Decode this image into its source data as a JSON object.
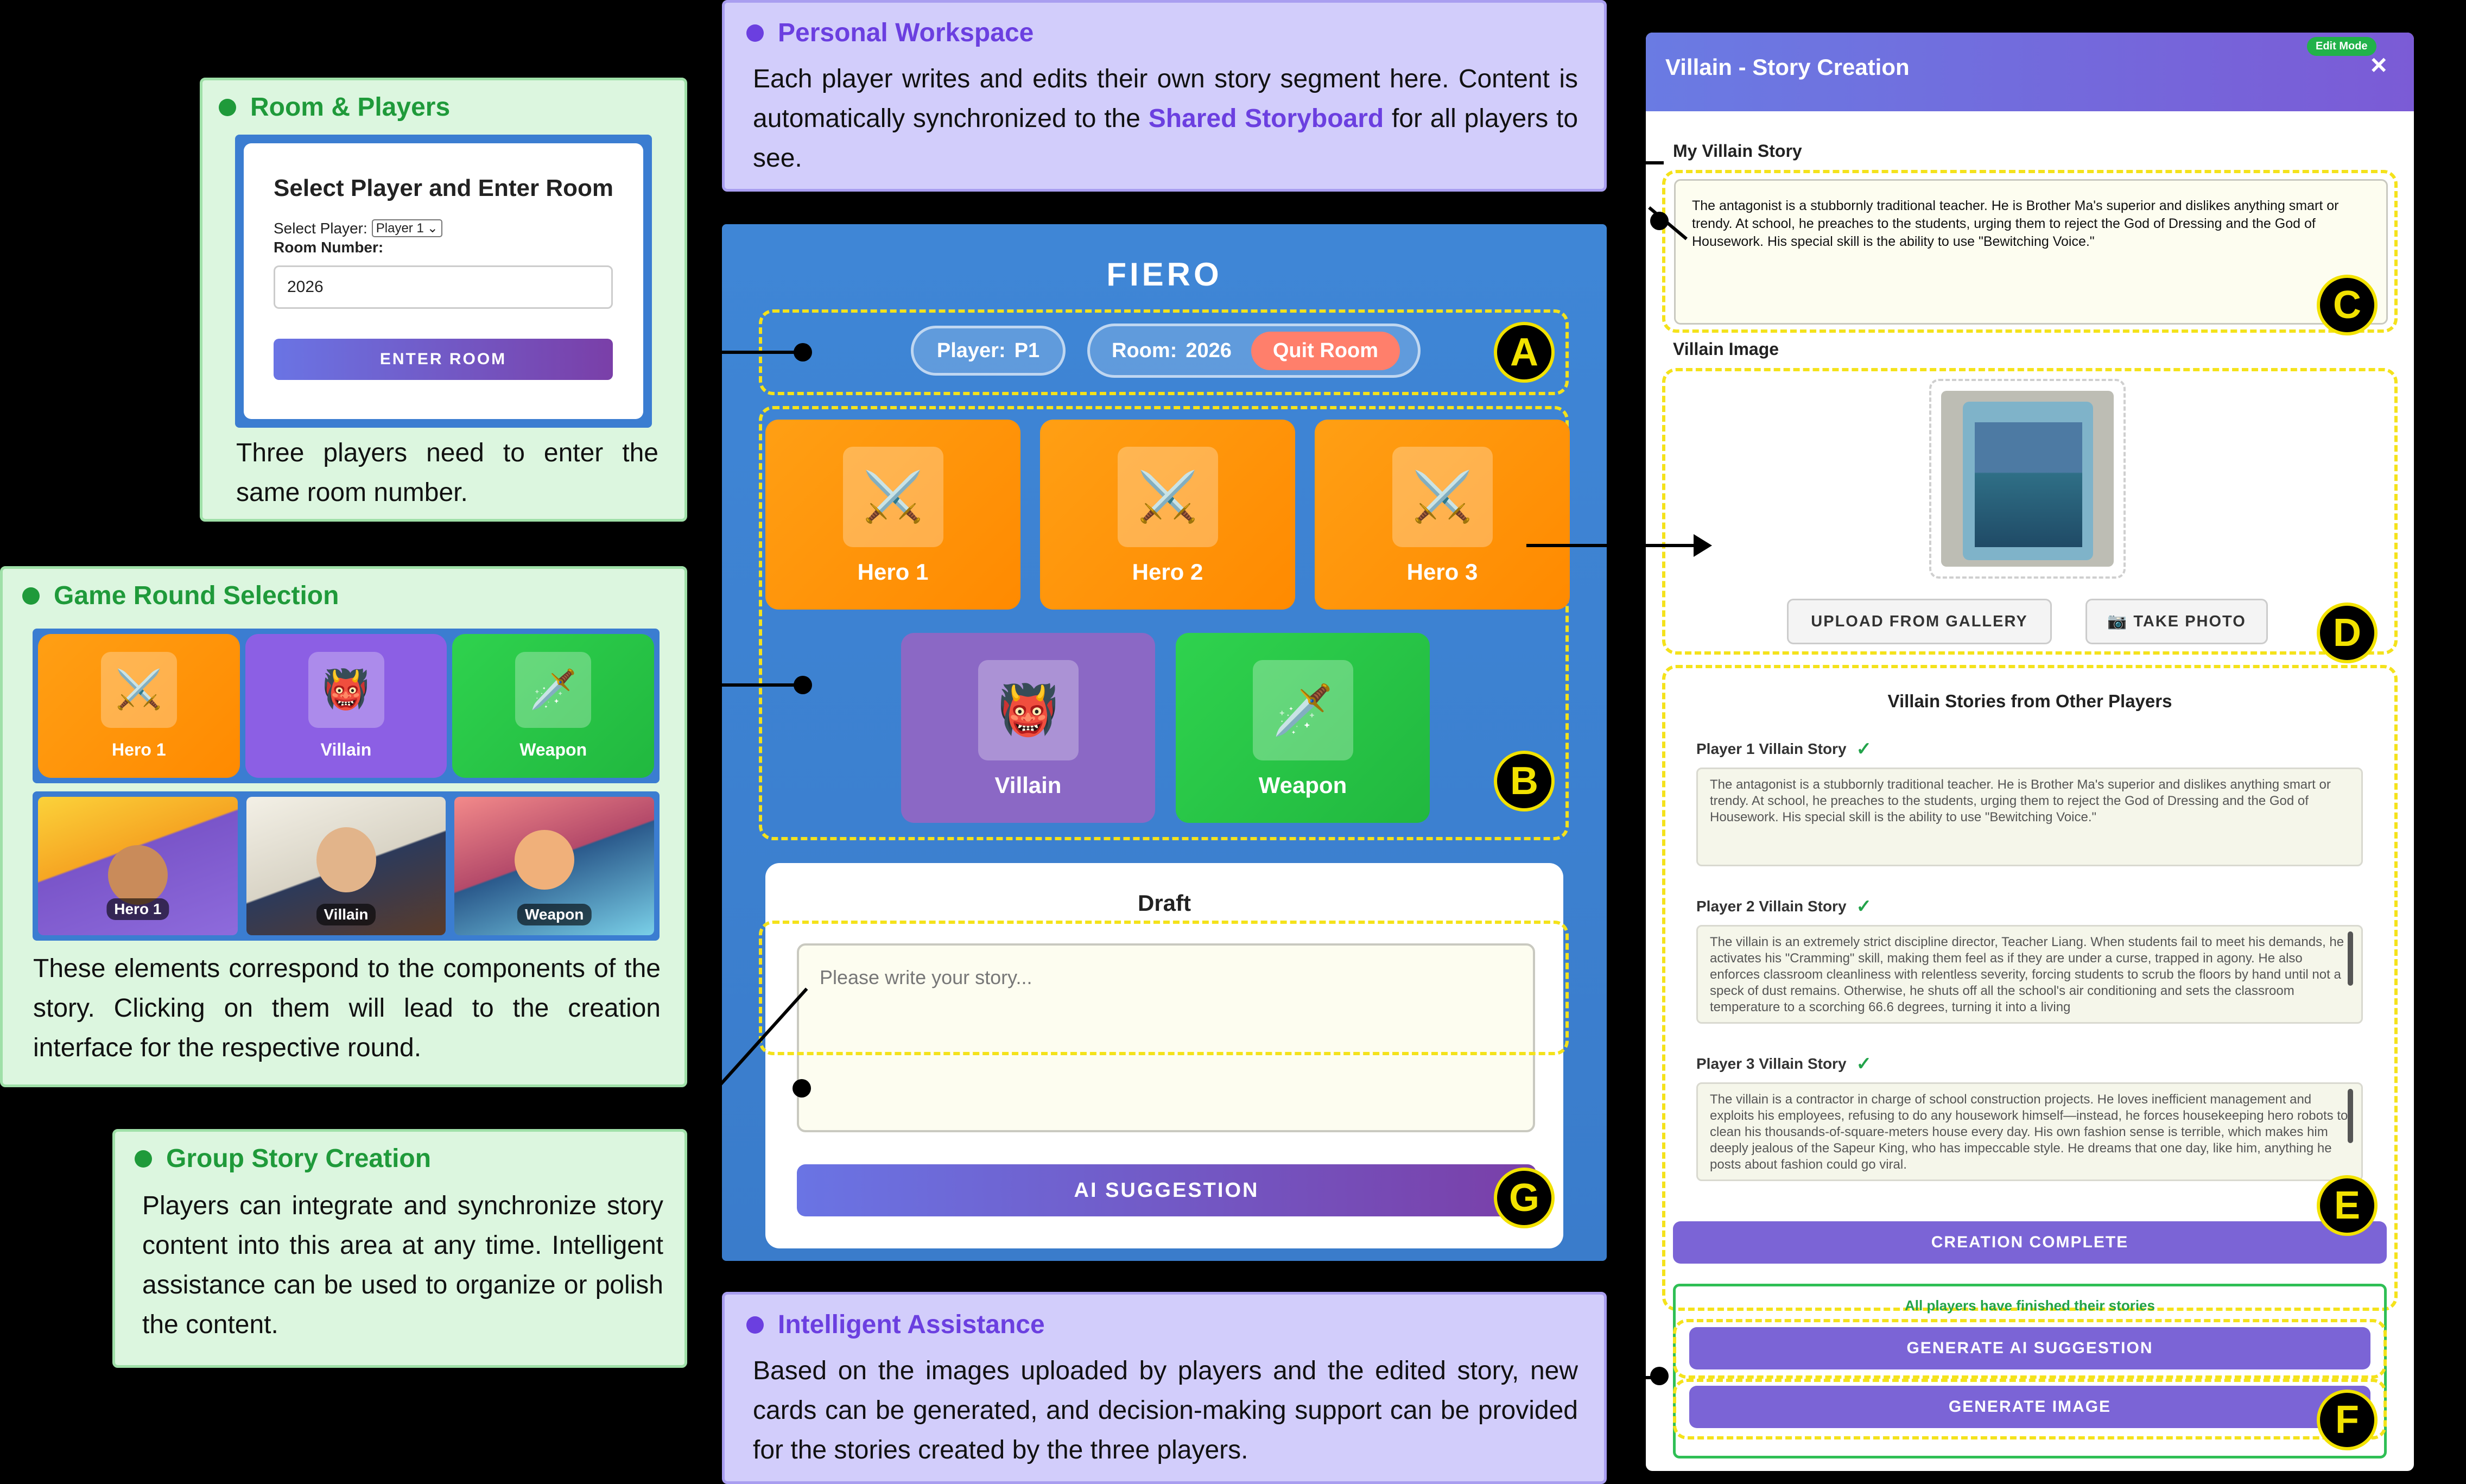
{
  "room_players": {
    "title": "Room & Players",
    "panel_title": "Select Player and Enter Room",
    "select_label": "Select Player:",
    "select_value": "Player 1",
    "room_label": "Room Number:",
    "room_value": "2026",
    "enter_button": "ENTER ROOM",
    "caption": "Three players need to enter the same room number."
  },
  "round_selection": {
    "title": "Game Round Selection",
    "cards": [
      {
        "label": "Hero 1",
        "icon": "crossed-swords-icon",
        "glyph": "⚔️"
      },
      {
        "label": "Villain",
        "icon": "ogre-mask-icon",
        "glyph": "👹"
      },
      {
        "label": "Weapon",
        "icon": "dagger-icon",
        "glyph": "🗡️"
      }
    ],
    "images": [
      "Hero 1",
      "Villain",
      "Weapon"
    ],
    "caption": "These elements correspond to the components of the story. Clicking on them will lead to the creation interface for the respective round."
  },
  "group_story": {
    "title": "Group Story Creation",
    "caption": "Players can integrate and synchronize story content into this area at any time. Intelligent assistance can be used to organize or polish the content."
  },
  "personal_workspace": {
    "title": "Personal Workspace",
    "caption_before": "Each player writes and edits their own story segment here. Content is automatically synchronized to the ",
    "caption_link": "Shared Storyboard",
    "caption_after": " for all players to see."
  },
  "intelligent_assistance": {
    "title": "Intelligent Assistance",
    "caption": "Based on the images uploaded by players and the edited story, new cards can be generated, and decision-making support can be provided for the stories created by the three players."
  },
  "fiero": {
    "title": "FIERO",
    "player_label": "Player:",
    "player_value": "P1",
    "room_label": "Room:",
    "room_value": "2026",
    "quit_button": "Quit Room",
    "cards": [
      {
        "label": "Hero 1",
        "glyph": "⚔️"
      },
      {
        "label": "Hero 2",
        "glyph": "⚔️"
      },
      {
        "label": "Hero 3",
        "glyph": "⚔️"
      },
      {
        "label": "Villain",
        "glyph": "👹"
      },
      {
        "label": "Weapon",
        "glyph": "🗡️"
      }
    ],
    "draft_title": "Draft",
    "draft_placeholder": "Please write your story...",
    "ai_button": "AI SUGGESTION"
  },
  "villain_panel": {
    "header": "Villain - Story Creation",
    "edit_mode": "Edit Mode",
    "close_glyph": "×",
    "my_story_label": "My Villain Story",
    "my_story_text": "The antagonist is a stubbornly traditional teacher. He is Brother Ma's superior and dislikes anything smart or trendy. At school, he preaches to the students, urging them to reject the God of Dressing and the God of Housework. His special skill is the ability to use \"Bewitching Voice.\"",
    "image_label": "Villain Image",
    "upload_button": "UPLOAD FROM GALLERY",
    "photo_button": "📷 TAKE PHOTO",
    "others_title": "Villain Stories from Other Players",
    "others": [
      {
        "label": "Player 1 Villain Story",
        "check": "✓",
        "text": "The antagonist is a stubbornly traditional teacher. He is Brother Ma's superior and dislikes anything smart or trendy. At school, he preaches to the students, urging them to reject the God of Dressing and the God of Housework. His special skill is the ability to use \"Bewitching Voice.\""
      },
      {
        "label": "Player 2 Villain Story",
        "check": "✓",
        "text": "The villain is an extremely strict discipline director, Teacher Liang. When students fail to meet his demands, he activates his \"Cramming\" skill, making them feel as if they are under a curse, trapped in agony. He also enforces classroom cleanliness with relentless severity, forcing students to scrub the floors by hand until not a speck of dust remains. Otherwise, he shuts off all the school's air conditioning and sets the classroom temperature to a scorching 66.6 degrees, turning it into a living"
      },
      {
        "label": "Player 3 Villain Story",
        "check": "✓",
        "text": "The villain is a contractor in charge of school construction projects. He loves inefficient management and exploits his employees, refusing to do any housework himself—instead, he forces housekeeping hero robots to clean his thousands-of-square-meters house every day. His own fashion sense is terrible, which makes him deeply jealous of the Sapeur King, who has impeccable style. He dreams that one day, like him, anything he posts about fashion could go viral."
      }
    ],
    "complete_button": "CREATION COMPLETE",
    "finished_text": "All players have finished their stories",
    "gen_ai_button": "GENERATE AI SUGGESTION",
    "gen_image_button": "GENERATE IMAGE"
  },
  "badges": [
    "A",
    "B",
    "C",
    "D",
    "E",
    "F",
    "G"
  ],
  "colors": {
    "green_title": "#1f9a3a",
    "purple_title": "#6b3fe0",
    "dash": "#f4e21b",
    "fiero_bg": "#3f86d6"
  }
}
